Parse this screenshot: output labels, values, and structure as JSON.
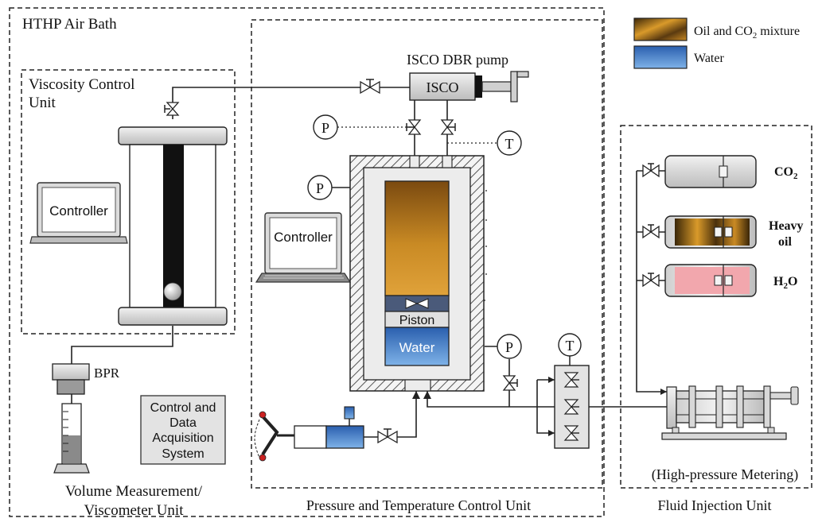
{
  "labels": {
    "air_bath": "HTHP Air Bath",
    "viscosity_unit_l1": "Viscosity Control",
    "viscosity_unit_l2": "Unit",
    "controller_left": "Controller",
    "controller_center": "Controller",
    "bpr": "BPR",
    "cdas_l1": "Control and",
    "cdas_l2": "Data",
    "cdas_l3": "Acquisition",
    "cdas_l4": "System",
    "volume_unit_l1": "Volume Measurement/",
    "volume_unit_l2": "Viscometer Unit",
    "isco_pump_title": "ISCO DBR pump",
    "isco": "ISCO",
    "piston": "Piston",
    "water_cell": "Water",
    "pt_unit": "Pressure and Temperature Control Unit",
    "fluid_unit": "Fluid Injection Unit",
    "metering": "(High-pressure Metering)",
    "co2_main": "CO",
    "co2_sub": "2",
    "heavy_oil_l1": "Heavy",
    "heavy_oil_l2": "oil",
    "h2o_pre": "H",
    "h2o_sub": "2",
    "h2o_post": "O",
    "gauge_p": "P",
    "gauge_t": "T"
  },
  "legend": {
    "oil_pre": "Oil and CO",
    "oil_sub": "2",
    "oil_post": " mixture",
    "water": "Water"
  },
  "colors": {
    "oil_dark": "#3a2608",
    "oil_light": "#d99a2a",
    "water_dark": "#1d4f9c",
    "water_light": "#7fb3e8",
    "h2o_fill": "#f2a7ad",
    "metal": "#e3e3e3",
    "hatch": "#555555"
  }
}
